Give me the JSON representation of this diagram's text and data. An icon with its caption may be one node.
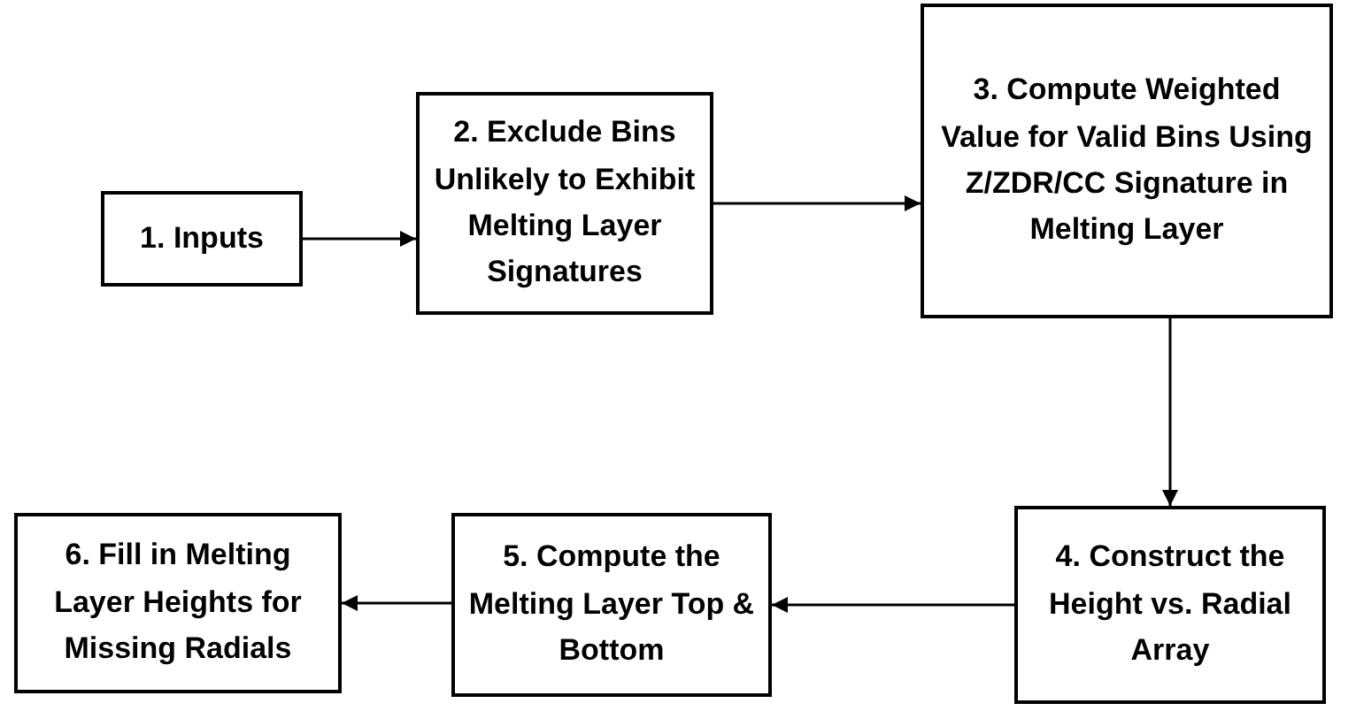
{
  "diagram": {
    "nodes": [
      {
        "text": [
          "1. Inputs"
        ]
      },
      {
        "text": [
          "2. Exclude Bins Unlikely to Exhibit Melting Layer Signatures"
        ]
      },
      {
        "text": [
          "3. Compute Weighted Value for Valid Bins Using Z/ZDR/CC Signature in Melting Layer"
        ]
      },
      {
        "text": [
          "4. Construct the Height vs. Radial Array"
        ]
      },
      {
        "text": [
          "5. Compute the Melting Layer Top & Bottom"
        ]
      },
      {
        "text": [
          "6. Fill in Melting Layer Heights for Missing Radials"
        ]
      }
    ],
    "edges": [
      {
        "from": 0,
        "to": 1,
        "arrow": "to"
      },
      {
        "from": 1,
        "to": 2,
        "arrow": "to"
      },
      {
        "from": 2,
        "to": 3,
        "arrow": "to"
      },
      {
        "from": 3,
        "to": 4,
        "arrow": "to"
      },
      {
        "from": 4,
        "to": 5,
        "arrow": "to"
      }
    ]
  }
}
